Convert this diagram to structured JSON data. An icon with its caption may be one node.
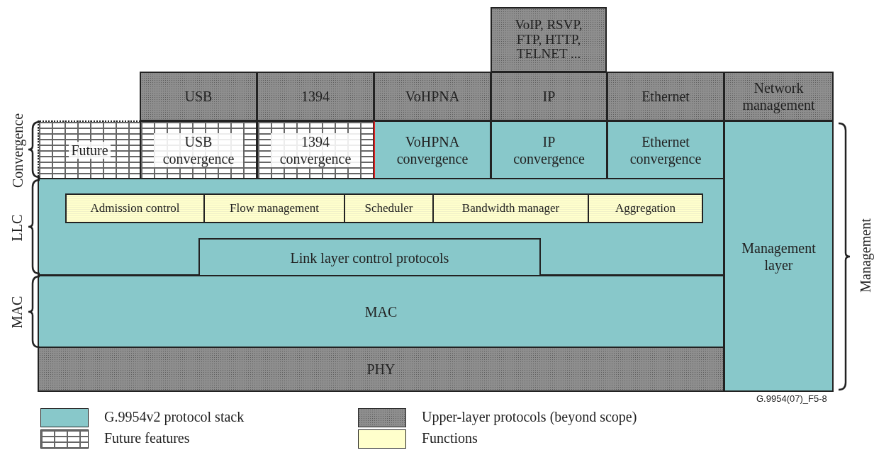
{
  "diagram": {
    "nodes": [
      {
        "text": [
          "VoIP, RSVP, FTP, HTTP, TELNET ..."
        ]
      },
      {
        "text": [
          "USB"
        ]
      },
      {
        "text": [
          "1394"
        ]
      },
      {
        "text": [
          "VoHPNA"
        ]
      },
      {
        "text": [
          "IP"
        ]
      },
      {
        "text": [
          "Ethernet"
        ]
      },
      {
        "text": [
          "Network management"
        ]
      },
      {
        "text": [
          "Future"
        ]
      },
      {
        "text": [
          "USB convergence"
        ]
      },
      {
        "text": [
          "1394 convergence"
        ]
      },
      {
        "text": [
          "VoHPNA convergence"
        ]
      },
      {
        "text": [
          "IP convergence"
        ]
      },
      {
        "text": [
          "Ethernet convergence"
        ]
      },
      {
        "text": [
          "Management layer"
        ]
      },
      {
        "text": [],
        "shape": "box"
      },
      {
        "text": [
          "Admission control"
        ],
        "in": 14
      },
      {
        "text": [
          "Flow management"
        ],
        "in": 14
      },
      {
        "text": [
          "Scheduler"
        ],
        "in": 14
      },
      {
        "text": [
          "Bandwidth manager"
        ],
        "in": 14
      },
      {
        "text": [
          "Aggregation"
        ],
        "in": 14
      },
      {
        "text": [
          "Link layer control protocols"
        ],
        "in": 14
      },
      {
        "text": [
          "MAC"
        ]
      },
      {
        "text": [
          "PHY"
        ]
      }
    ],
    "labels": [
      "Convergence",
      "LLC",
      "MAC",
      "Management",
      "G.9954(07)_F5-8"
    ],
    "legend": [
      {
        "text": "G.9954v2 protocol stack",
        "color": "#88c8ca"
      },
      {
        "text": "Future features"
      },
      {
        "text": "Upper-layer protocols (beyond scope)"
      },
      {
        "text": "Functions",
        "color": "#ffffcc"
      }
    ]
  }
}
